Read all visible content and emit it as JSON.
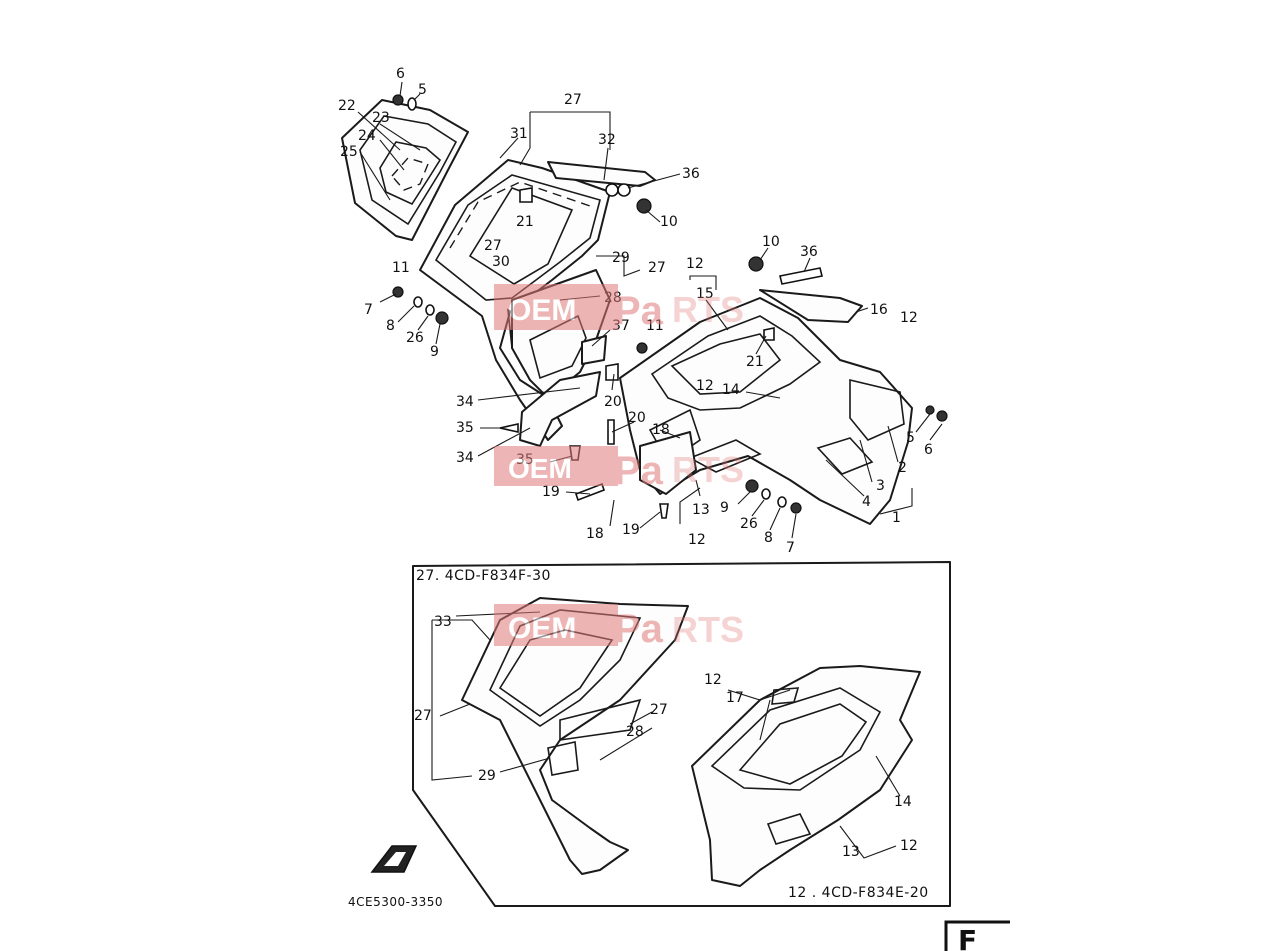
{
  "catalog_number": "4CE5300-3350",
  "watermark": {
    "text_left": "OEM",
    "text_right_a": "Pa",
    "text_right_b": "RTS",
    "color": "#e07a7a"
  },
  "inset_box_27_title": "27. 4CD-F834F-30",
  "inset_box_12_title": "12 . 4CD-F834E-20",
  "corner_letter": "F",
  "callouts": {
    "c1": "1",
    "c2": "2",
    "c3": "3",
    "c4": "4",
    "c5a": "5",
    "c5b": "5",
    "c6a": "6",
    "c6b": "6",
    "c7a": "7",
    "c7b": "7",
    "c8a": "8",
    "c8b": "8",
    "c9a": "9",
    "c9b": "9",
    "c10a": "10",
    "c10b": "10",
    "c11a": "11",
    "c11b": "11",
    "c12a": "12",
    "c12b": "12",
    "c12c": "12",
    "c12d": "12",
    "c12e": "12",
    "c12f": "12",
    "c13a": "13",
    "c13b": "13",
    "c14a": "14",
    "c14b": "14",
    "c15": "15",
    "c16": "16",
    "c17": "17",
    "c18a": "18",
    "c18b": "18",
    "c19a": "19",
    "c19b": "19",
    "c20a": "20",
    "c20b": "20",
    "c21a": "21",
    "c21b": "21",
    "c22": "22",
    "c23": "23",
    "c24": "24",
    "c25": "25",
    "c26a": "26",
    "c26b": "26",
    "c27a": "27",
    "c27b": "27",
    "c27c": "27",
    "c27d": "27",
    "c27e": "27",
    "c28a": "28",
    "c28b": "28",
    "c29a": "29",
    "c29b": "29",
    "c30": "30",
    "c31": "31",
    "c32": "32",
    "c33": "33",
    "c34a": "34",
    "c34b": "34",
    "c35a": "35",
    "c35b": "35",
    "c36a": "36",
    "c36b": "36",
    "c37": "37"
  }
}
